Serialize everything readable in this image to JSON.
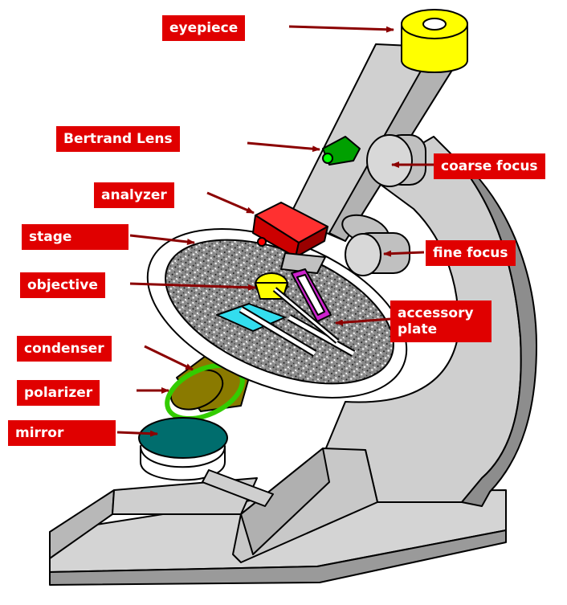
{
  "diagram": {
    "subject": "polarizing microscope",
    "colors": {
      "label_bg": "#e00000",
      "label_text": "#ffffff",
      "arrow": "#8b0000",
      "body": "#d0d0d0",
      "eyepiece": "#ffff00",
      "bertrand": "#00a000",
      "analyzer": "#e00000",
      "objective": "#ffff00",
      "accessory": "#cc22cc",
      "slide": "#33ddee",
      "condenser": "#8a7a00",
      "polarizer": "#33cc00",
      "mirror": "#006d6d"
    },
    "labels": {
      "eyepiece": "eyepiece",
      "bertrand_lens": "Bertrand Lens",
      "coarse_focus": "coarse focus",
      "analyzer": "analyzer",
      "stage": "stage",
      "fine_focus": "fine focus",
      "objective": "objective",
      "accessory_plate": "accessory plate",
      "condenser": "condenser",
      "polarizer": "polarizer",
      "mirror": "mirror"
    }
  }
}
